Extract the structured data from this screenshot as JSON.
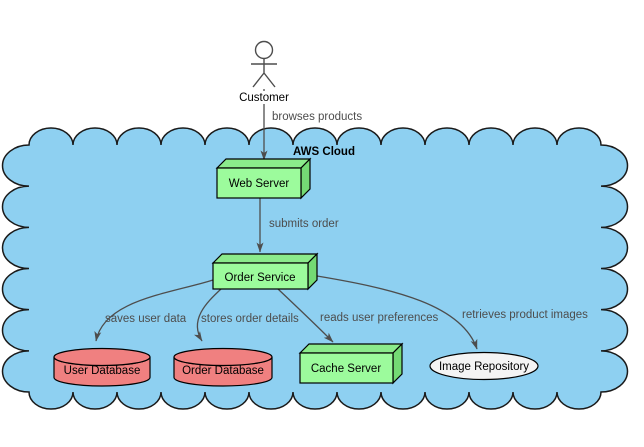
{
  "diagram": {
    "type": "deployment-diagram",
    "cloud": {
      "label": "AWS Cloud"
    },
    "actor": {
      "label": "Customer"
    },
    "nodes": {
      "web_server": {
        "label": "Web Server",
        "shape": "3d-server-box"
      },
      "order_service": {
        "label": "Order Service",
        "shape": "3d-server-box"
      },
      "user_database": {
        "label": "User Database",
        "shape": "database-cylinder"
      },
      "order_database": {
        "label": "Order Database",
        "shape": "database-cylinder"
      },
      "cache_server": {
        "label": "Cache Server",
        "shape": "3d-server-box"
      },
      "image_repository": {
        "label": "Image Repository",
        "shape": "ellipse"
      }
    },
    "edges": {
      "browses_products": {
        "from": "Customer",
        "to": "Web Server",
        "label": "browses products"
      },
      "submits_order": {
        "from": "Web Server",
        "to": "Order Service",
        "label": "submits order"
      },
      "saves_user_data": {
        "from": "Order Service",
        "to": "User Database",
        "label": "saves user data"
      },
      "stores_order_details": {
        "from": "Order Service",
        "to": "Order Database",
        "label": "stores order details"
      },
      "reads_user_preferences": {
        "from": "Order Service",
        "to": "Cache Server",
        "label": "reads user preferences"
      },
      "retrieves_product_images": {
        "from": "Order Service",
        "to": "Image Repository",
        "label": "retrieves product images"
      }
    },
    "colors": {
      "cloud_fill": "#8ED0F1",
      "server_fill": "#9CFB9C",
      "server_top": "#8BEB8B",
      "server_side": "#74DA74",
      "database_fill": "#F08080",
      "repository_fill": "#F4F4F4",
      "actor_head_fill": "#ECECEC",
      "edge_stroke": "#4D4D4D",
      "shape_stroke": "#000000"
    }
  }
}
